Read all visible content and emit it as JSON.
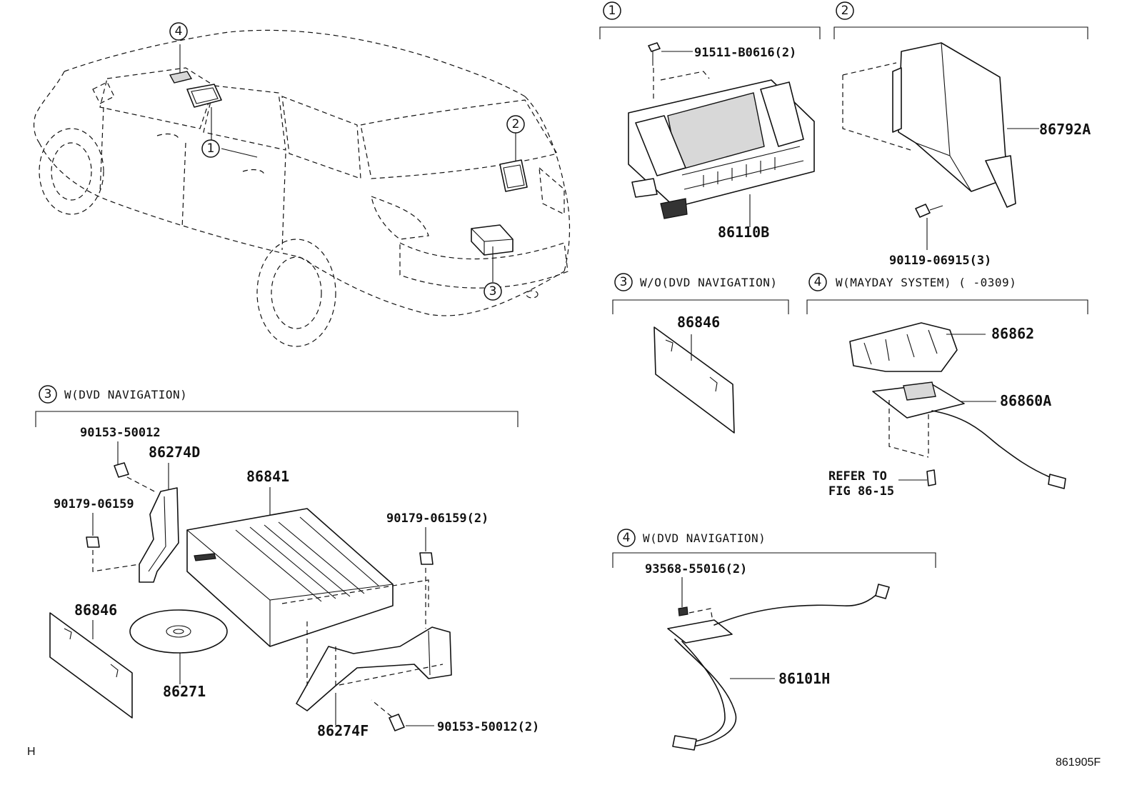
{
  "callouts": [
    "1",
    "2",
    "3",
    "4"
  ],
  "section_headers": {
    "s3_dvd": "W(DVD NAVIGATION)",
    "s3_no_dvd": "W/O(DVD NAVIGATION)",
    "s4_mayday": "W(MAYDAY SYSTEM) (    -0309)",
    "s4_dvd": "W(DVD NAVIGATION)"
  },
  "parts": {
    "p91511": "91511-B0616(2)",
    "p86110B": "86110B",
    "p86792A": "86792A",
    "p90119": "90119-06915(3)",
    "p86846_top": "86846",
    "p86862": "86862",
    "p86860A": "86860A",
    "refer_to": "REFER TO",
    "fig_ref": "FIG 86-15",
    "p93568": "93568-55016(2)",
    "p86101H": "86101H",
    "p90153_a": "90153-50012",
    "p86274D": "86274D",
    "p86841": "86841",
    "p90179_a": "90179-06159",
    "p90179_b": "90179-06159(2)",
    "p86846_bot": "86846",
    "p86271": "86271",
    "p86274F": "86274F",
    "p90153_b": "90153-50012(2)"
  },
  "corner_mark": "H",
  "figure_code": "861905F"
}
